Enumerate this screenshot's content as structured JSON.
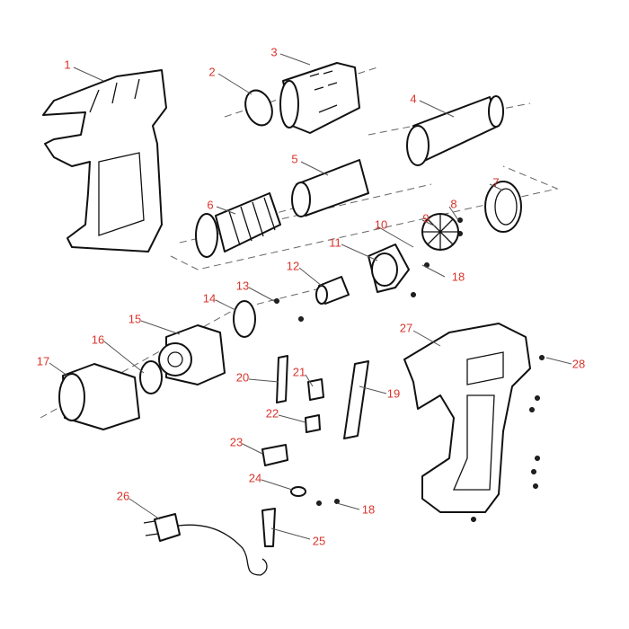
{
  "diagram": {
    "label_color": "#d9342b",
    "callouts": [
      "1",
      "2",
      "3",
      "4",
      "5",
      "6",
      "7",
      "8",
      "9",
      "10",
      "11",
      "12",
      "13",
      "14",
      "15",
      "16",
      "17",
      "18",
      "19",
      "20",
      "21",
      "22",
      "23",
      "24",
      "25",
      "26",
      "18",
      "27",
      "28"
    ]
  }
}
